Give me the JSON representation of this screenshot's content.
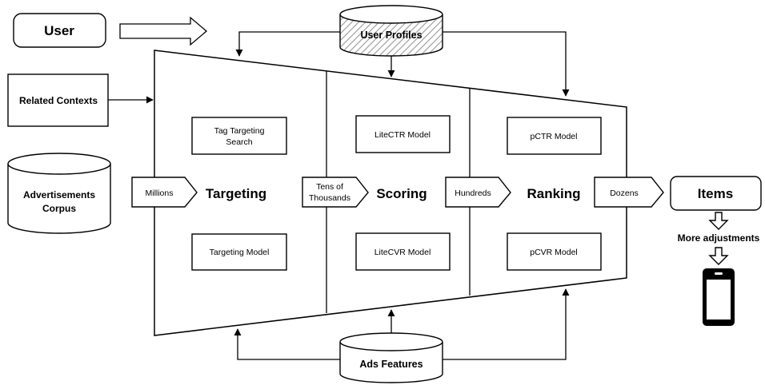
{
  "nodes": {
    "user": "User",
    "user_profiles": "User Profiles",
    "related_contexts": "Related Contexts",
    "advertisements_corpus_line1": "Advertisements",
    "advertisements_corpus_line2": "Corpus",
    "ads_features": "Ads Features",
    "items": "Items",
    "more_adjustments": "More adjustments"
  },
  "stages": {
    "targeting": {
      "title": "Targeting",
      "input": "Millions",
      "model_top_line1": "Tag Targeting",
      "model_top_line2": "Search",
      "model_bottom": "Targeting Model"
    },
    "scoring": {
      "title": "Scoring",
      "input_line1": "Tens of",
      "input_line2": "Thousands",
      "model_top": "LiteCTR Model",
      "model_bottom": "LiteCVR Model"
    },
    "ranking": {
      "title": "Ranking",
      "input": "Hundreds",
      "model_top": "pCTR Model",
      "model_bottom": "pCVR Model",
      "output": "Dozens"
    }
  },
  "icons": [
    "arrow-right-icon",
    "database-icon",
    "down-arrow-icon",
    "smartphone-icon"
  ]
}
